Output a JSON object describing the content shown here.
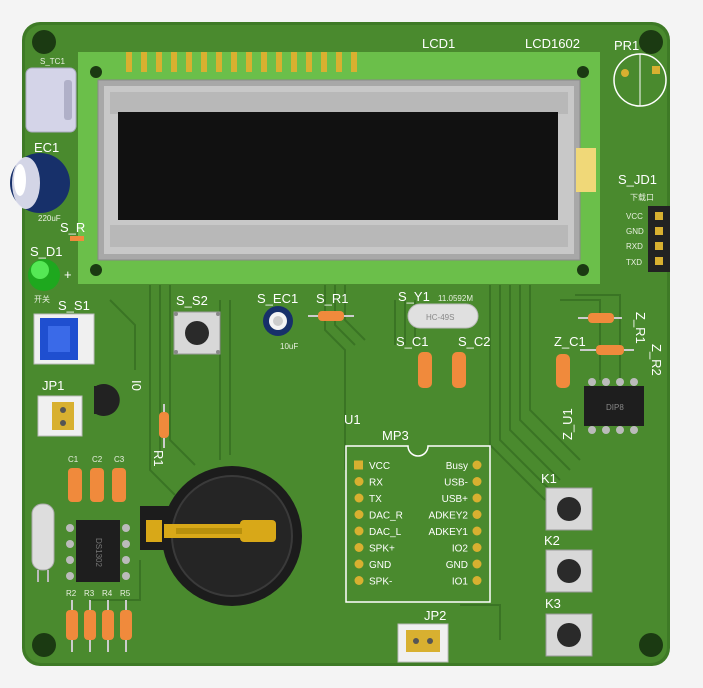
{
  "board": {
    "colors": {
      "background": "#f4f4f4",
      "pcb": "#4a8a2e",
      "pcb_edge": "#3e7a26",
      "trace": "#3a7424",
      "silk": "#ffffff",
      "lcd_board": "#6bbf4a",
      "lcd_frame": "#b8b8b8",
      "lcd_screen": "#111111",
      "gold": "#d8b030",
      "resistor": "#f08a3c",
      "led": "#22cc22",
      "chip": "#1e1e1e",
      "switch": "#1f4fd0",
      "cap_blue": "#17306a"
    }
  },
  "lcd": {
    "ref": "LCD1",
    "model": "LCD1602",
    "pin_count": 16
  },
  "labels": {
    "pr1": "PR1",
    "s_tc1": "S_TC1",
    "ec1": "EC1",
    "ec1_value": "220uF",
    "s_r": "S_R",
    "s_d1": "S_D1",
    "led_sign": "+",
    "s_s1": "S_S1",
    "s_s1_sub": "开关",
    "s_s2": "S_S2",
    "s_ec1": "S_EC1",
    "s_ec1_value": "10uF",
    "s_r1": "S_R1",
    "s_y1": "S_Y1",
    "crystal": "HC-49S",
    "crystal_freq": "11.0592M",
    "s_c1": "S_C1",
    "s_c2": "S_C2",
    "s_jd1": "S_JD1",
    "s_jd1_sub": "下载口",
    "jd_pins": [
      "VCC",
      "GND",
      "RXD",
      "TXD"
    ],
    "z_r1": "Z_R1",
    "z_r2": "Z_R2",
    "z_c1": "Z_C1",
    "z_u1": "Z_U1",
    "z_u1_chip": "DIP8",
    "jp1": "JP1",
    "i0": "I0",
    "r1": "R1",
    "u1": "U1",
    "mp3": "MP3",
    "mp3_left": [
      "VCC",
      "RX",
      "TX",
      "DAC_R",
      "DAC_L",
      "SPK+",
      "GND",
      "SPK-"
    ],
    "mp3_right": [
      "Busy",
      "USB-",
      "USB+",
      "ADKEY2",
      "ADKEY1",
      "IO2",
      "GND",
      "IO1"
    ],
    "k1": "K1",
    "k2": "K2",
    "k3": "K3",
    "jp2": "JP2",
    "small_caps": [
      "C1",
      "C2",
      "C3"
    ],
    "rtc_chip": "DS1302",
    "bottom_res": [
      "R2",
      "R3",
      "R4",
      "R5"
    ]
  }
}
